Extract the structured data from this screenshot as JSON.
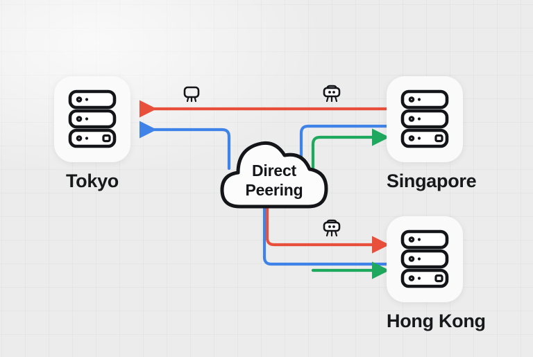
{
  "diagram": {
    "title": "Direct Peering network topology",
    "background": {
      "color": "#ececec",
      "grid": true,
      "grid_line_color": "#d6dada"
    },
    "colors": {
      "red": "#e8503c",
      "blue": "#4083e8",
      "green": "#1fa95e",
      "stroke": "#141518",
      "tile": "#fafafa",
      "label": "#17181a"
    },
    "cloud": {
      "name": "direct-peering-cloud",
      "line1": "Direct",
      "line2": "Peering"
    },
    "nodes": [
      {
        "id": "tokyo",
        "label": "Tokyo",
        "icon": "server-rack-icon"
      },
      {
        "id": "singapore",
        "label": "Singapore",
        "icon": "server-rack-icon"
      },
      {
        "id": "hongkong",
        "label": "Hong Kong",
        "icon": "server-rack-icon"
      }
    ],
    "chips": [
      {
        "id": "chip-tokyo-link",
        "icon": "chip-icon",
        "variant": "plain"
      },
      {
        "id": "chip-sg-link",
        "icon": "chip-icon",
        "variant": "dots"
      },
      {
        "id": "chip-hk-link",
        "icon": "chip-icon",
        "variant": "dots"
      }
    ],
    "links": [
      {
        "id": "tokyo-singapore-red",
        "color": "red",
        "from": "singapore",
        "to": "tokyo",
        "arrow": "end",
        "shape": "straight"
      },
      {
        "id": "cloud-tokyo-blue",
        "color": "blue",
        "from": "cloud",
        "to": "tokyo",
        "arrow": "end",
        "shape": "elbow-up-left"
      },
      {
        "id": "cloud-singapore-blue",
        "color": "blue",
        "from": "cloud",
        "to": "singapore",
        "arrow": "none",
        "shape": "elbow-up-right"
      },
      {
        "id": "cloud-singapore-green",
        "color": "green",
        "from": "cloud",
        "to": "singapore",
        "arrow": "end",
        "shape": "elbow-up-right"
      },
      {
        "id": "cloud-hongkong-red",
        "color": "red",
        "from": "cloud",
        "to": "hongkong",
        "arrow": "end",
        "shape": "elbow-down-right"
      },
      {
        "id": "cloud-hongkong-blue",
        "color": "blue",
        "from": "cloud",
        "to": "hongkong",
        "arrow": "none",
        "shape": "elbow-down-right"
      },
      {
        "id": "hongkong-green",
        "color": "green",
        "from": "midpoint",
        "to": "hongkong",
        "arrow": "end",
        "shape": "straight"
      }
    ]
  }
}
